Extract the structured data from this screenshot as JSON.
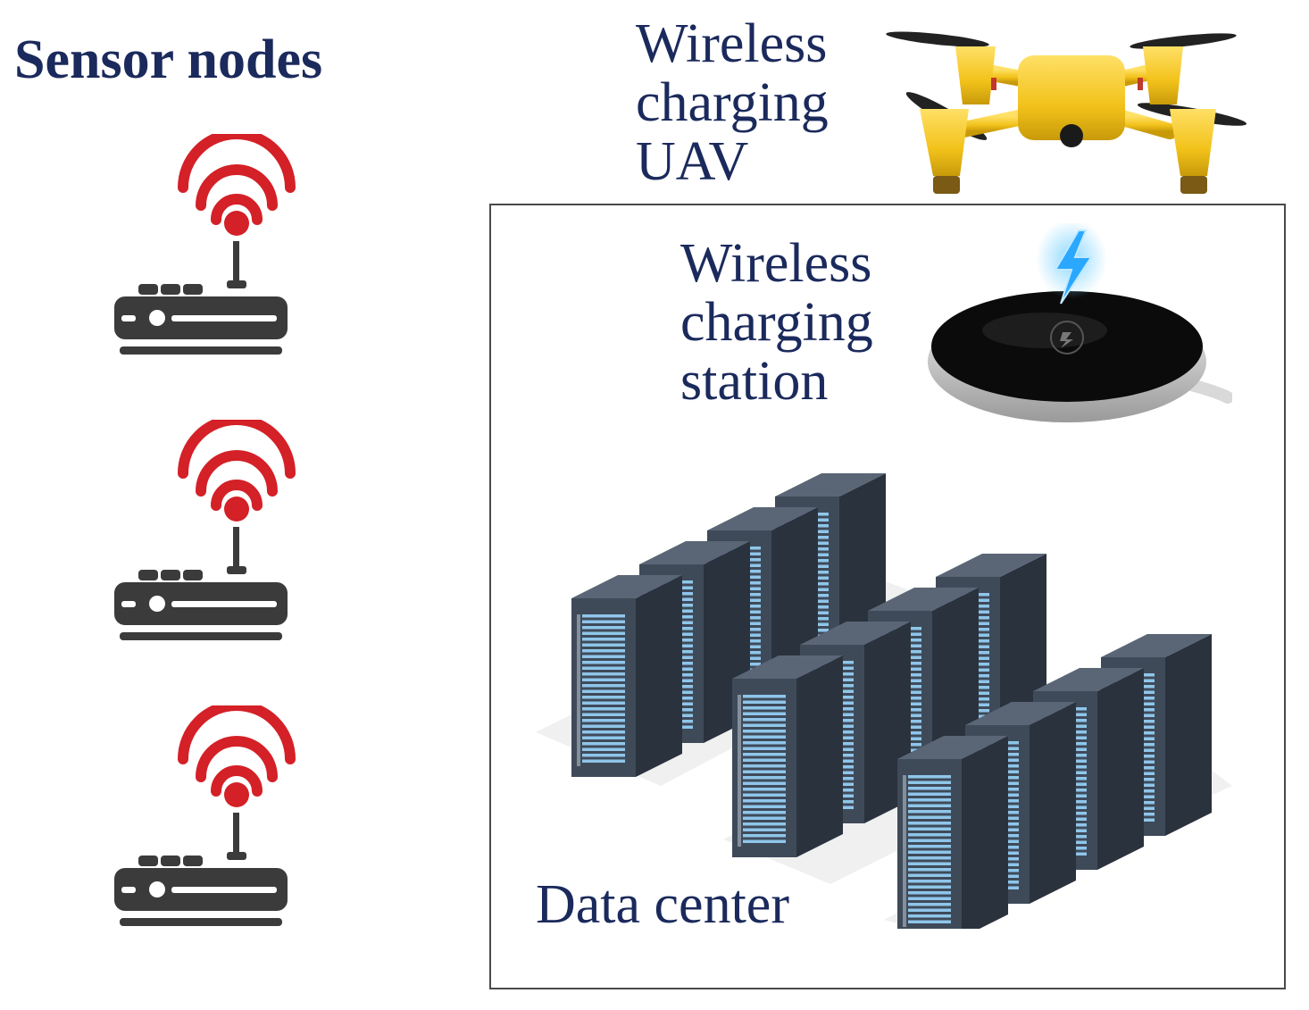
{
  "sensor_nodes": {
    "title": "Sensor nodes",
    "icons": [
      "wifi-signal-icon",
      "router-icon"
    ],
    "color_signal": "#d42027",
    "color_body": "#3b3b3b"
  },
  "uav": {
    "title_lines": [
      "Wireless",
      "charging",
      "UAV"
    ],
    "icon": "drone-icon",
    "color": "#f2c21a"
  },
  "station": {
    "title_lines": [
      "Wireless",
      "charging",
      "station"
    ],
    "icon": "charging-pad-icon",
    "bolt_color": "#2aa8ff"
  },
  "data_center": {
    "title": "Data center",
    "icon": "server-rack-icon",
    "rack_color": "#3f4a59",
    "slot_color": "#8fc6ea"
  },
  "text_color": "#1b2a5c"
}
